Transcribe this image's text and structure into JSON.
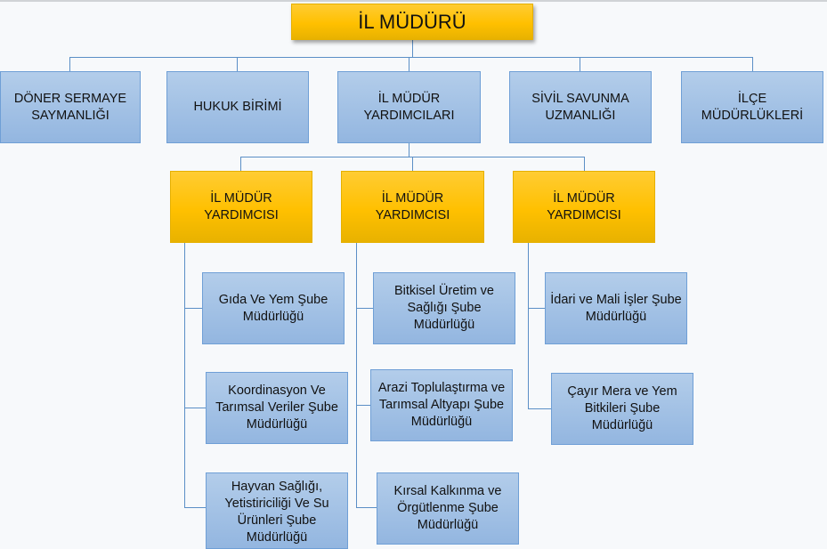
{
  "root": "İL MÜDÜRÜ",
  "level1": [
    "DÖNER SERMAYE SAYMANLIĞI",
    "HUKUK BİRİMİ",
    "İL MÜDÜR YARDIMCILARI",
    "SİVİL SAVUNMA UZMANLIĞI",
    "İLÇE MÜDÜRLÜKLERİ"
  ],
  "deputies": [
    "İL MÜDÜR YARDIMCISI",
    "İL MÜDÜR YARDIMCISI",
    "İL MÜDÜR YARDIMCISI"
  ],
  "branches": {
    "col1": [
      "Gıda Ve Yem Şube Müdürlüğü",
      "Koordinasyon Ve Tarımsal Veriler Şube Müdürlüğü",
      "Hayvan Sağlığı, Yetistiriciliği Ve Su Ürünleri Şube Müdürlüğü"
    ],
    "col2": [
      "Bitkisel Üretim ve Sağlığı Şube Müdürlüğü",
      "Arazi Toplulaştırma ve Tarımsal Altyapı Şube Müdürlüğü",
      "Kırsal Kalkınma ve Örgütlenme Şube Müdürlüğü"
    ],
    "col3": [
      "İdari ve Mali İşler Şube Müdürlüğü",
      "Çayır Mera ve Yem Bitkileri Şube Müdürlüğü"
    ]
  }
}
